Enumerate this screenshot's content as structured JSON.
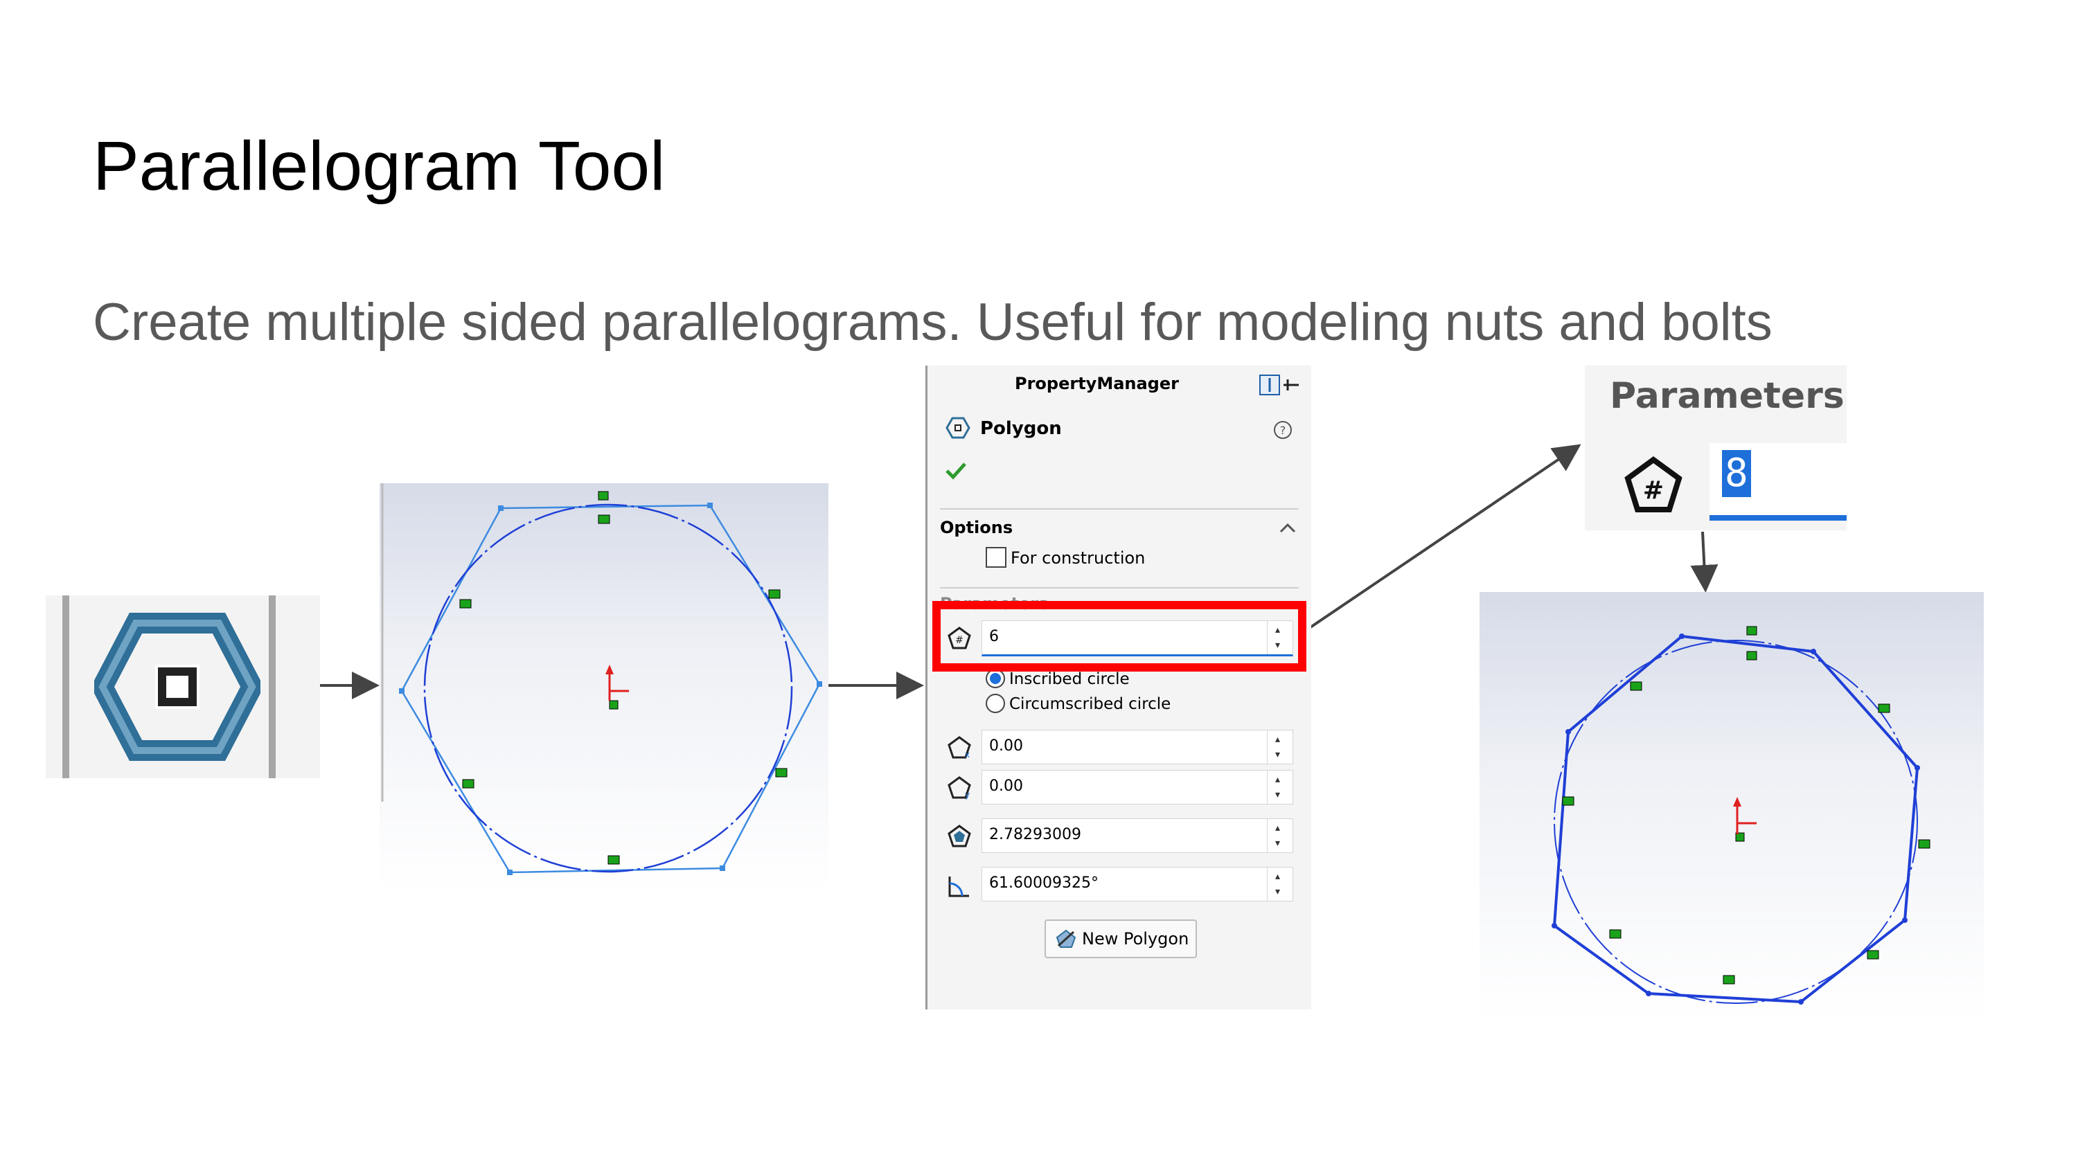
{
  "slide": {
    "title": "Parallelogram Tool",
    "subtitle": "Create multiple sided parallelograms. Useful for modeling nuts and bolts"
  },
  "property_manager": {
    "header": "PropertyManager",
    "feature_name": "Polygon",
    "options_label": "Options",
    "for_construction_label": "For construction",
    "parameters_label": "Parameters",
    "sides_value": "6",
    "inscribed_label": "Inscribed circle",
    "circumscribed_label": "Circumscribed circle",
    "center_x_value": "0.00",
    "center_y_value": "0.00",
    "diameter_value": "2.78293009",
    "angle_value": "61.60009325°",
    "new_polygon_label": "New Polygon"
  },
  "parameters_zoom": {
    "title": "Parameters",
    "sides_value": "8"
  },
  "colors": {
    "accent": "#1e6fd9",
    "highlight": "#ff0000",
    "sketch_line": "#1f3fd6",
    "relation_marker": "#1aa31a",
    "icon_blue": "#2f6f98"
  },
  "icons": [
    "polygon-tool-icon",
    "polygon-feature-icon",
    "help-icon",
    "ok-check-icon",
    "collapse-chevron-icon",
    "sides-count-icon",
    "center-x-icon",
    "center-y-icon",
    "diameter-icon",
    "angle-icon",
    "pin-icon",
    "arrow-icon"
  ]
}
